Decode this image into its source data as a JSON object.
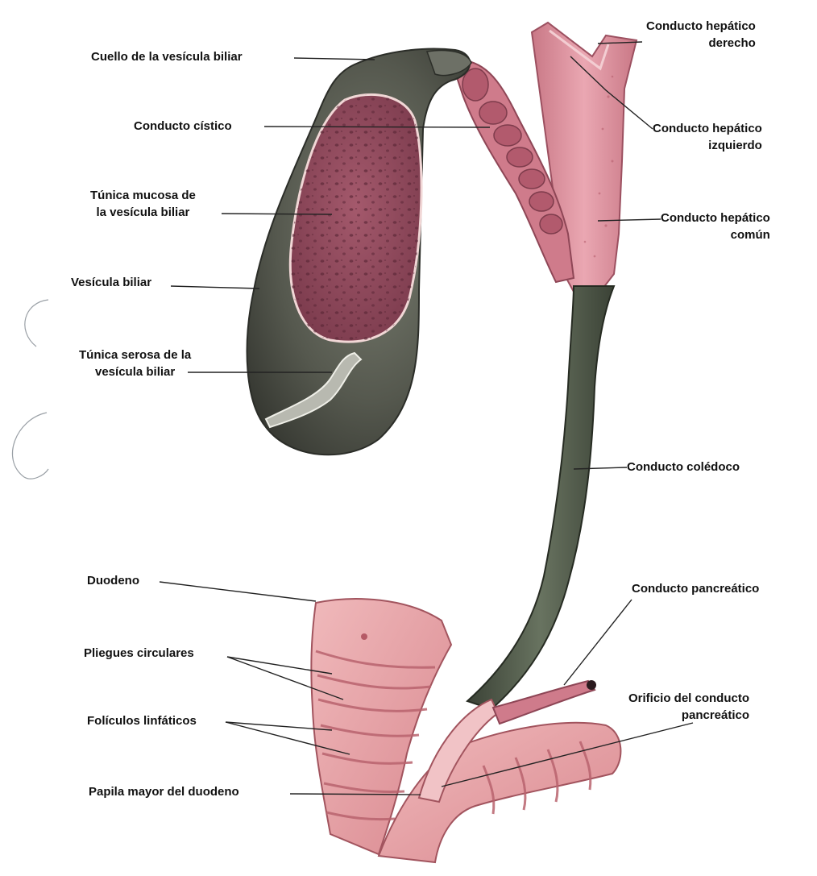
{
  "labels": {
    "cuello": "Cuello de la vesícula biliar",
    "cistico": "Conducto cístico",
    "mucosa_1": "Túnica mucosa de",
    "mucosa_2": "la vesícula biliar",
    "vesicula": "Vesícula biliar",
    "serosa_1": "Túnica serosa de la",
    "serosa_2": "vesícula biliar",
    "hep_der_1": "Conducto hepático",
    "hep_der_2": "derecho",
    "hep_izq_1": "Conducto hepático",
    "hep_izq_2": "izquierdo",
    "hep_com_1": "Conducto hepático",
    "hep_com_2": "común",
    "coledoco": "Conducto colédoco",
    "duodeno": "Duodeno",
    "pliegues": "Pliegues circulares",
    "foliculos": "Folículos linfáticos",
    "papila": "Papila mayor del duodeno",
    "pancreatico": "Conducto pancreático",
    "orificio_1": "Orificio del conducto",
    "orificio_2": "pancreático"
  },
  "colors": {
    "gallbladder_dark": "#4a4d44",
    "gallbladder_mid": "#6a6d62",
    "mucosa": "#8e4a5c",
    "mucosa_spots": "#5e2a3a",
    "duct_pink": "#d88a97",
    "duct_light": "#ecb6bd",
    "duodenum": "#e3a0a4",
    "duodenum_dark": "#c26f78",
    "bile_duct": "#4f5848",
    "leader": "#222222"
  }
}
